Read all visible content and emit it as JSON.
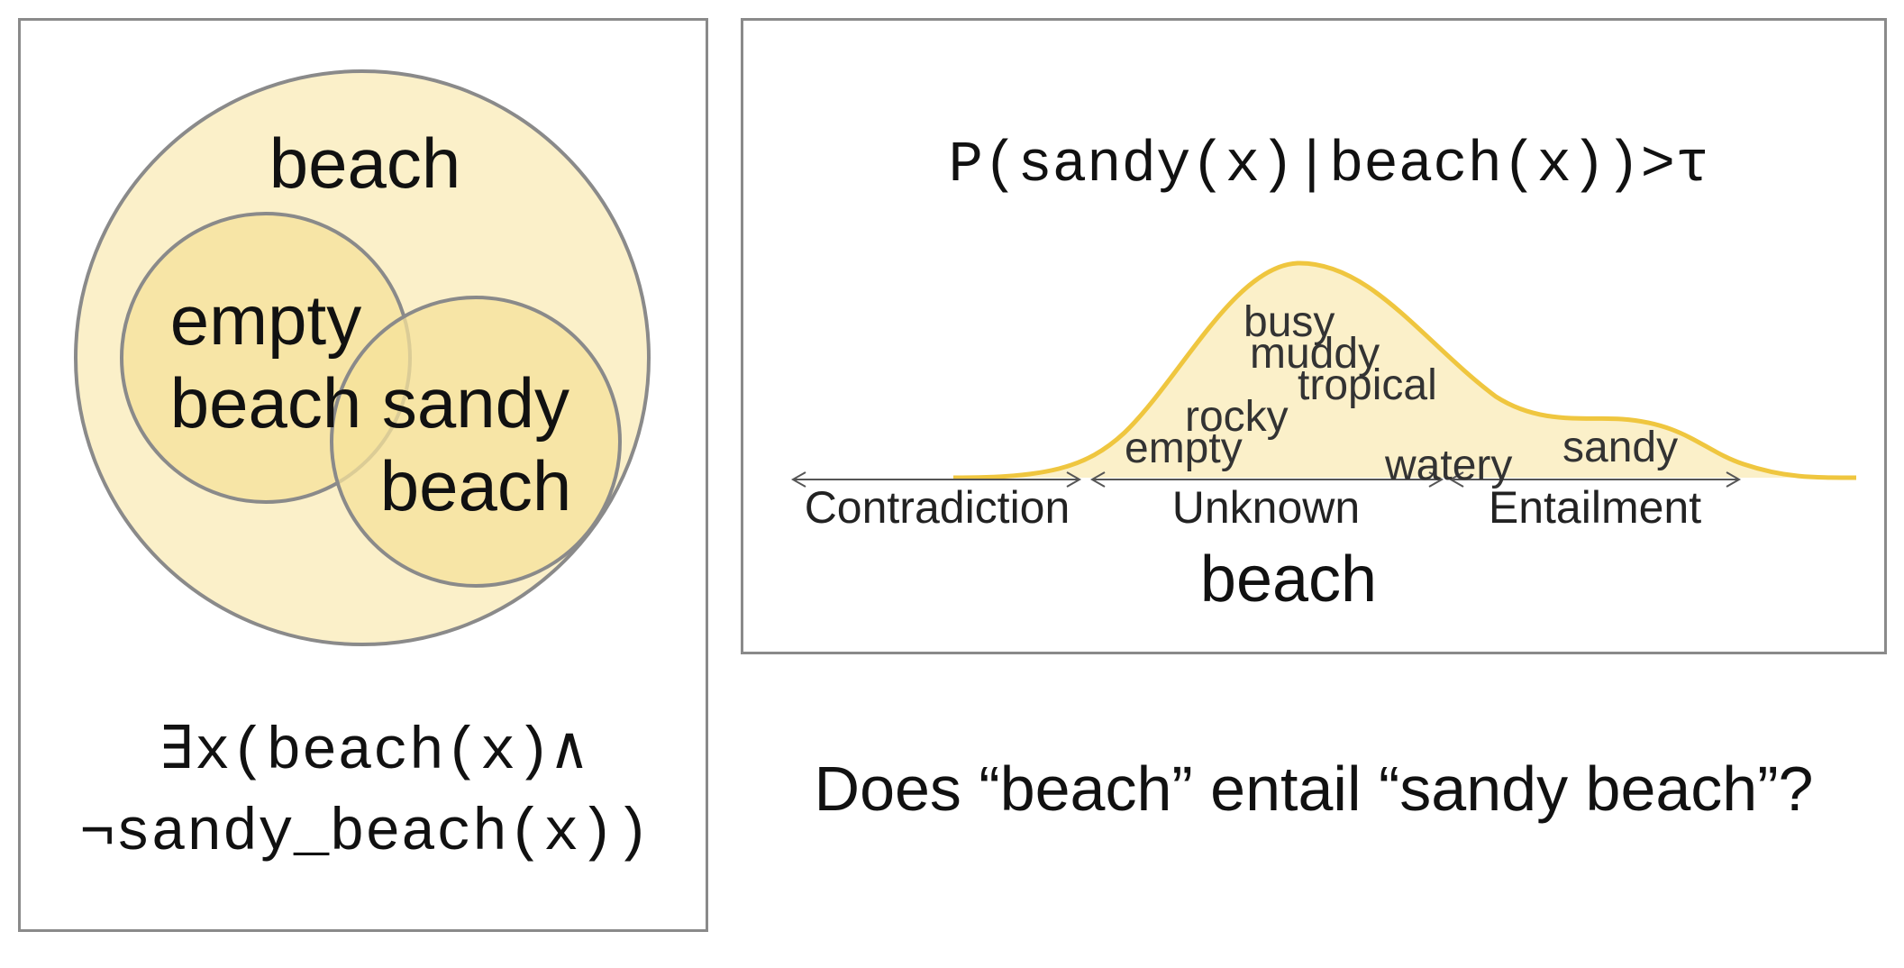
{
  "venn": {
    "outer_label": "beach",
    "empty_label_line1": "empty",
    "empty_label_line2": "beach",
    "sandy_label_line1": "sandy",
    "sandy_label_line2": "beach"
  },
  "logic": {
    "line1": "∃x(beach(x)∧",
    "line2": "¬sandy_beach(x))"
  },
  "probability": {
    "formula": "P(sandy(x)|beach(x))>τ",
    "words": [
      "busy",
      "muddy",
      "tropical",
      "rocky",
      "empty",
      "watery",
      "sandy"
    ],
    "regions": [
      "Contradiction",
      "Unknown",
      "Entailment"
    ],
    "axis_label": "beach"
  },
  "question": "Does “beach” entail “sandy beach”?",
  "colors": {
    "outer_fill": "#fbf0c9",
    "inner_fill": "#f6e29a",
    "curve_stroke": "#efc63f",
    "border": "#8a8a8a"
  }
}
